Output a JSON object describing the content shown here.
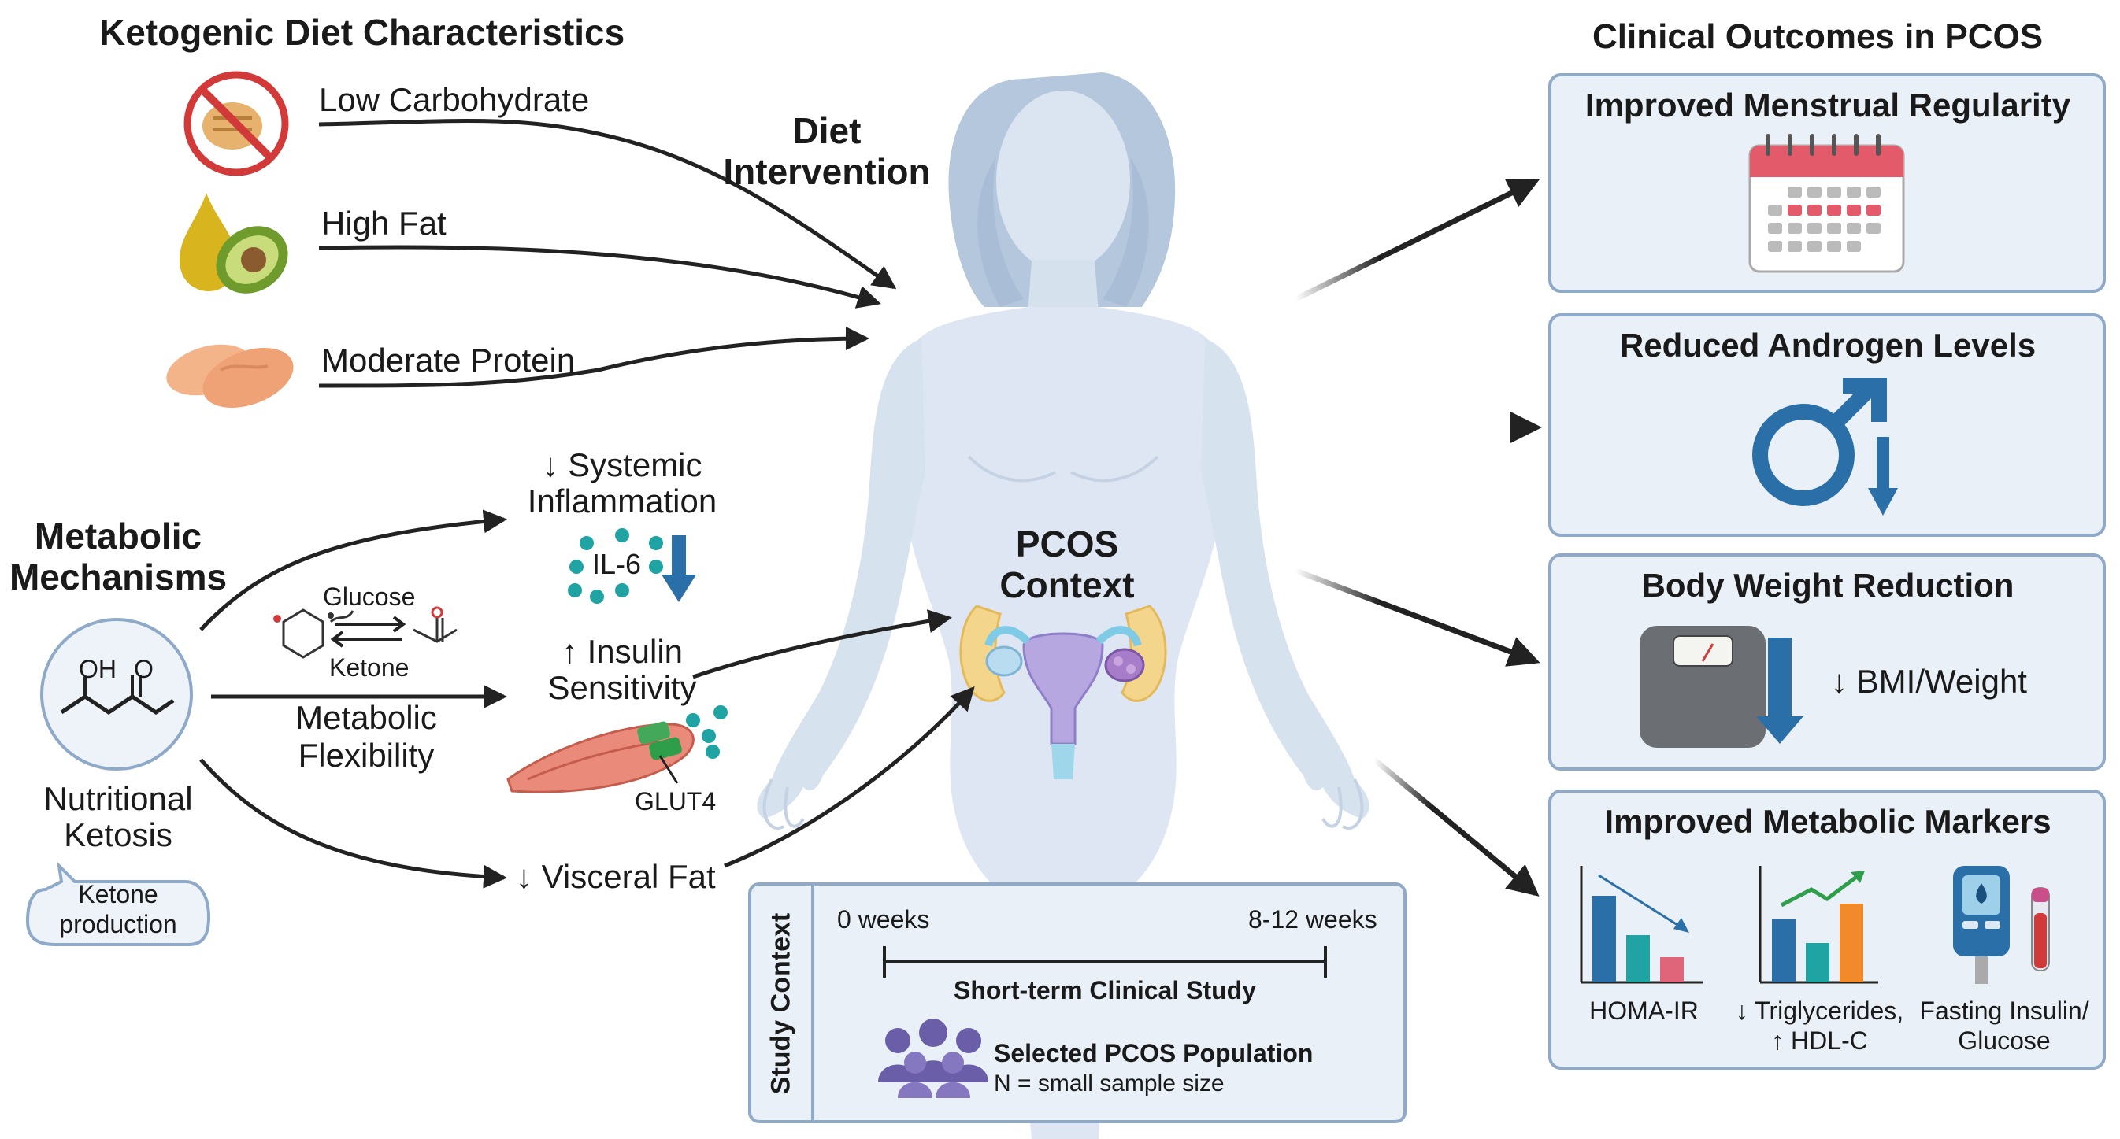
{
  "diet": {
    "title": "Ketogenic Diet Characteristics",
    "items": [
      "Low Carbohydrate",
      "High Fat",
      "Moderate Protein"
    ],
    "intervention_label": "Diet Intervention"
  },
  "mechanisms": {
    "title": "Metabolic Mechanisms",
    "ketosis_label": "Nutritional Ketosis",
    "ketone_bubble": "Ketone production",
    "molecule_labels": [
      "OH",
      "O"
    ],
    "glucose_label": "Glucose",
    "ketone_label": "Ketone",
    "flexibility_label": "Metabolic Flexibility",
    "inflammation_label": "↓ Systemic Inflammation",
    "il6_label": "IL-6",
    "insulin_label": "↑ Insulin Sensitivity",
    "glut4_label": "GLUT4",
    "visceral_label": "↓ Visceral Fat"
  },
  "center": {
    "pcos_label": "PCOS Context"
  },
  "study": {
    "side_label": "Study Context",
    "start_label": "0 weeks",
    "end_label": "8-12 weeks",
    "study_type": "Short-term Clinical Study",
    "population": "Selected PCOS Population",
    "sample": "N = small sample size"
  },
  "outcomes": {
    "title": "Clinical Outcomes in PCOS",
    "menstrual": "Improved Menstrual Regularity",
    "androgen": "Reduced Androgen Levels",
    "weight": "Body Weight Reduction",
    "bmi_label": "↓ BMI/Weight",
    "metabolic": "Improved Metabolic Markers",
    "markers": [
      "HOMA-IR",
      "↓ Triglycerides,\n↑ HDL-C",
      "Fasting Insulin/\nGlucose"
    ]
  },
  "colors": {
    "body": "#dde6f2",
    "box_fill": "#e9f0f8",
    "box_stroke": "#8fa9c8",
    "blue_dark": "#2b6fa8",
    "teal": "#1fa3a3",
    "pink": "#e0647a",
    "orange": "#f08a2b",
    "green": "#2f9e4a"
  }
}
